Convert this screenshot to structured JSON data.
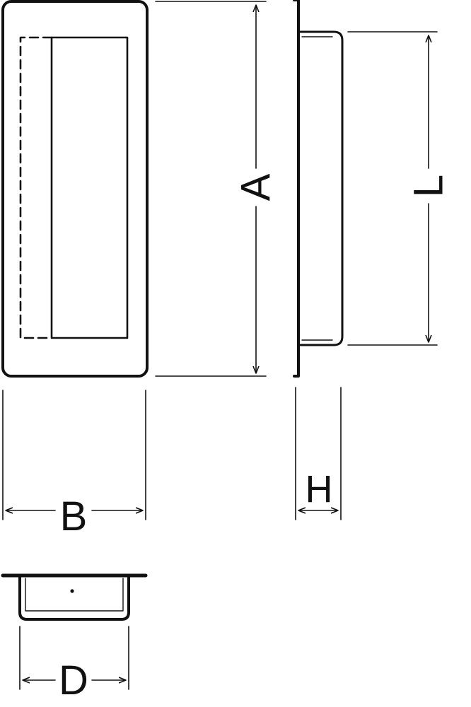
{
  "diagram": {
    "labels": {
      "height_overall": "A",
      "height_inner": "L",
      "width_overall": "B",
      "depth": "H",
      "width_inner": "D"
    },
    "colors": {
      "line": "#111111",
      "background": "#ffffff"
    }
  }
}
